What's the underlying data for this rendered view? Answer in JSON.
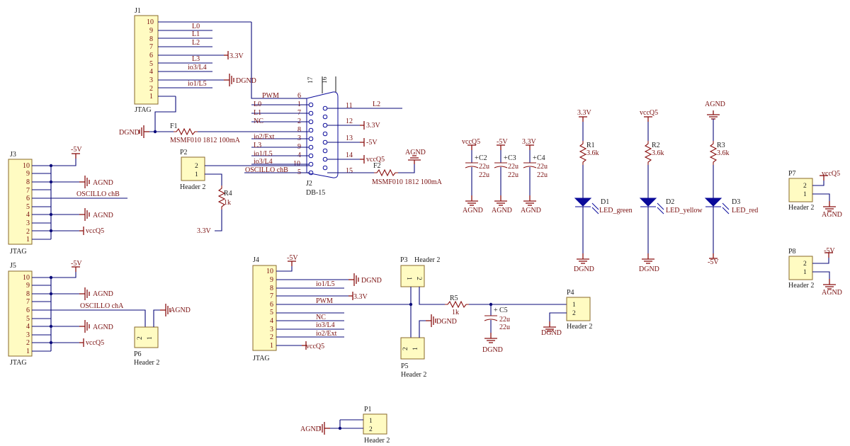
{
  "diagram": {
    "labels": {
      "J1": "J1",
      "J1_type": "JTAG",
      "J3": "J3",
      "J3_type": "JTAG",
      "J5": "J5",
      "J5_type": "JTAG",
      "J4": "J4",
      "J4_type": "JTAG",
      "J2": "J2",
      "J2_type": "DB-15",
      "P1": "P1",
      "P2": "P2",
      "P3": "P3",
      "P4": "P4",
      "P5": "P5",
      "P6": "P6",
      "P7": "P7",
      "P8": "P8",
      "header2": "Header 2",
      "F1": "F1",
      "F2": "F2",
      "fuse_value": "MSMF010 1812 100mA",
      "R1": "R1",
      "R2": "R2",
      "R3": "R3",
      "R4": "R4",
      "R5": "R5",
      "r_36k": "3.6k",
      "r_1k": "1k",
      "C2": "C2",
      "C3": "C3",
      "C4": "C4",
      "C5": "C5",
      "cap_value": "22u",
      "cap_plus": "+",
      "D1": "D1",
      "D2": "D2",
      "D3": "D3",
      "led_green": "LED_green",
      "led_yellow": "LED_yellow",
      "led_red": "LED_red",
      "pin16": "16",
      "pin17": "17"
    },
    "nets": {
      "v33": "3.3V",
      "m5v": "-5V",
      "vccq5": "vccQ5",
      "agnd": "AGND",
      "dgnd": "DGND",
      "L0": "L0",
      "L1": "L1",
      "L2": "L2",
      "L3": "L3",
      "io3_L4": "io3/L4",
      "io1_L5": "io1/L5",
      "io2_Ext": "io2/Ext",
      "PWM": "PWM",
      "NC": "NC",
      "osc_b": "OSCILLO chB",
      "osc_a": "OSCILLO chA",
      "osc_b_j2": "OSCILLO chB"
    },
    "pins": [
      "1",
      "2",
      "3",
      "4",
      "5",
      "6",
      "7",
      "8",
      "9",
      "10",
      "11",
      "12",
      "13",
      "14",
      "15"
    ]
  }
}
